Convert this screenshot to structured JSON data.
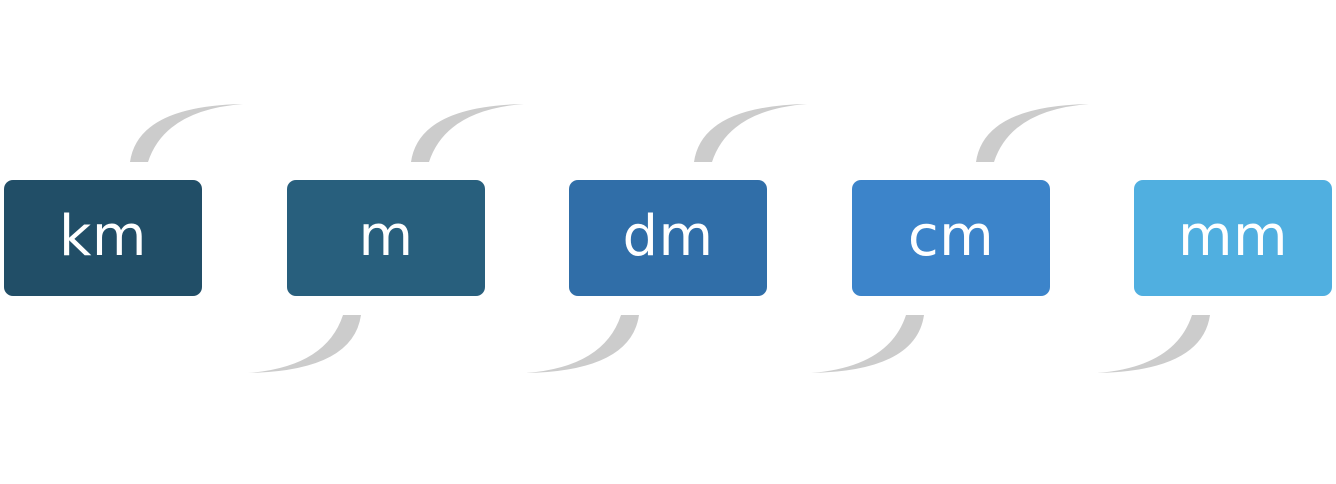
{
  "diagram": {
    "units": [
      {
        "label": "km",
        "color": "#214e67"
      },
      {
        "label": "m",
        "color": "#285f7d"
      },
      {
        "label": "dm",
        "color": "#306ea8"
      },
      {
        "label": "cm",
        "color": "#3c84ca"
      },
      {
        "label": "mm",
        "color": "#50afe0"
      }
    ],
    "connector_color": "#cccccc"
  }
}
